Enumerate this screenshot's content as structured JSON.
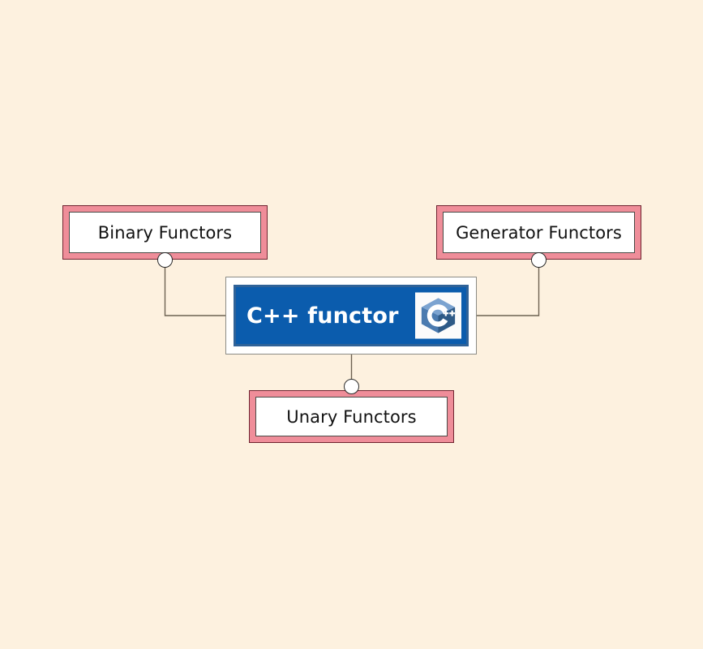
{
  "diagram": {
    "title": "C++ functor",
    "background_color": "#fdf1df",
    "center_node": {
      "label": "C++ functor",
      "fill_color": "#0b5cad",
      "text_color": "#ffffff",
      "logo": "cpp-logo-icon"
    },
    "leaf_nodes": [
      {
        "id": "binary",
        "label": "Binary Functors",
        "border_color": "#ef8d99",
        "outline_color": "#6f2430",
        "fill_color": "#ffffff",
        "text_color": "#121212"
      },
      {
        "id": "generator",
        "label": "Generator Functors",
        "border_color": "#ef8d99",
        "outline_color": "#6f2430",
        "fill_color": "#ffffff",
        "text_color": "#121212"
      },
      {
        "id": "unary",
        "label": "Unary Functors",
        "border_color": "#ef8d99",
        "outline_color": "#6f2430",
        "fill_color": "#ffffff",
        "text_color": "#121212"
      }
    ],
    "connectors": {
      "line_color": "#6d6252",
      "junction_fill": "#ffffff",
      "junction_stroke": "#2b2b2b"
    }
  }
}
